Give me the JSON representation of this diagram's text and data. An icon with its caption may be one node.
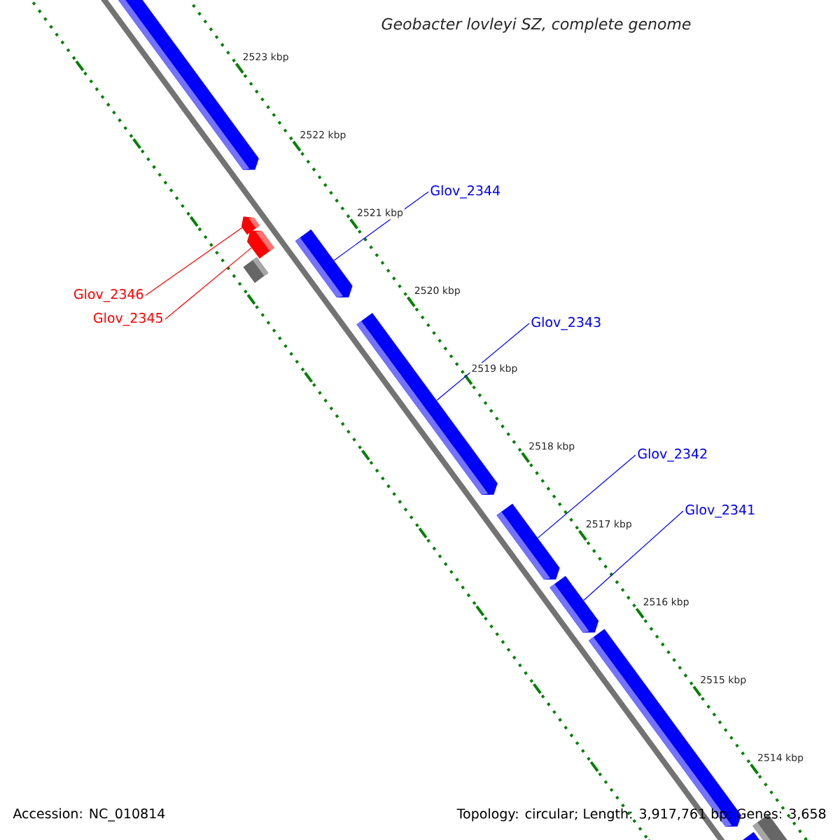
{
  "diagram": {
    "title": "Geobacter lovleyi SZ, complete genome",
    "nodes": [
      {
        "text": [
          "Glov_2344"
        ]
      },
      {
        "text": [],
        "shape": "bar"
      },
      {
        "text": [
          "Glov_2343"
        ]
      },
      {
        "text": [],
        "shape": "bar"
      },
      {
        "text": [
          "Glov_2342"
        ]
      },
      {
        "text": [],
        "shape": "bar"
      },
      {
        "text": [
          "Glov_2341"
        ]
      },
      {
        "text": [],
        "shape": "bar"
      },
      {
        "text": [
          "Glov_2346"
        ]
      },
      {
        "text": [],
        "shape": "bar"
      },
      {
        "text": [
          "Glov_2345"
        ]
      },
      {
        "text": [],
        "shape": "bar"
      },
      {
        "text": [],
        "shape": "bar"
      },
      {
        "text": [],
        "shape": "box"
      },
      {
        "text": [],
        "shape": "bar"
      },
      {
        "text": [],
        "shape": "bar"
      },
      {
        "text": [],
        "shape": "bar"
      }
    ],
    "edges": [
      {
        "from": 0,
        "to": 1,
        "arrow": "none"
      },
      {
        "from": 2,
        "to": 3,
        "arrow": "none"
      },
      {
        "from": 4,
        "to": 5,
        "arrow": "none"
      },
      {
        "from": 6,
        "to": 7,
        "arrow": "none"
      },
      {
        "from": 8,
        "to": 9,
        "arrow": "none",
        "color": "#ff0000"
      },
      {
        "from": 10,
        "to": 11,
        "arrow": "none",
        "color": "#ff0000"
      }
    ],
    "labels": [
      "2523 kbp",
      "2522 kbp",
      "2521 kbp",
      "2520 kbp",
      "2519 kbp",
      "2518 kbp",
      "2517 kbp",
      "2516 kbp",
      "2515 kbp",
      "2514 kbp",
      "Accession: NC_010814",
      "Topology: circular; Length: 3,917,761 bp; Genes: 3,658"
    ]
  }
}
